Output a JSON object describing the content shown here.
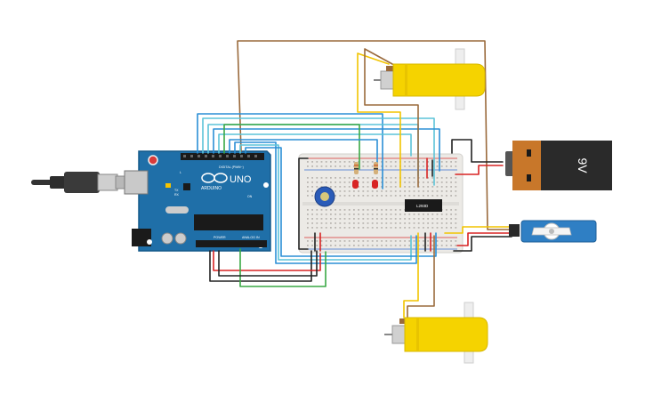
{
  "arduino": {
    "brand": "ARDUINO",
    "model": "UNO",
    "label_digital": "DIGITAL (PWM~)",
    "label_power": "POWER",
    "label_analog": "ANALOG IN",
    "led_l": "L",
    "led_tx": "TX",
    "led_rx": "RX",
    "led_on": "ON"
  },
  "battery": {
    "label": "9V"
  },
  "driver_ic": {
    "label": "L293D"
  },
  "colors": {
    "arduino_blue": "#1f6fa8",
    "breadboard": "#eceae6",
    "motor_yellow": "#f5d300",
    "battery_orange": "#c8772a",
    "servo_blue": "#2f7fc4",
    "wire_red": "#d82424",
    "wire_black": "#222222",
    "wire_yellow": "#f2c400",
    "wire_brown": "#9a6a3c",
    "wire_green": "#3aa845",
    "wire_blue": "#2b8fd6",
    "wire_cyan": "#5cc3d8"
  }
}
